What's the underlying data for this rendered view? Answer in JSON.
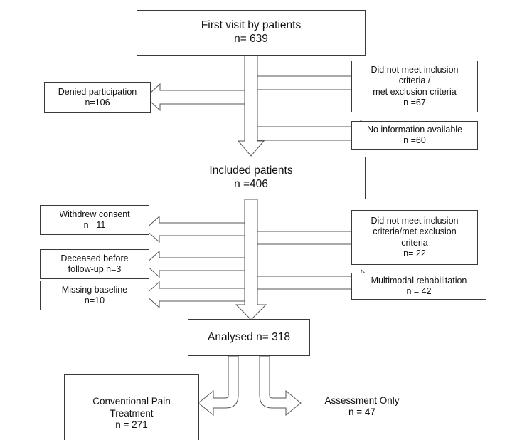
{
  "diagram": {
    "type": "flowchart",
    "title": "Patient flow diagram",
    "colors": {
      "box_border": "#3a3a3a",
      "arrow_stroke": "#444444",
      "arrow_fill": "#ffffff",
      "background": "#ffffff",
      "text": "#111111"
    }
  },
  "nodes": {
    "first_visit": {
      "label": "First visit by patients",
      "count": "n= 639"
    },
    "denied": {
      "label": "Denied participation",
      "count": "n=106"
    },
    "not_meet_1": {
      "line1": "Did not meet inclusion",
      "line2": "criteria /",
      "line3": "met exclusion criteria",
      "count": "n =67"
    },
    "no_info": {
      "label": "No information available",
      "count": "n =60"
    },
    "included": {
      "label": "Included patients",
      "count": "n =406"
    },
    "withdrew": {
      "label": "Withdrew consent",
      "count": "n= 11"
    },
    "deceased": {
      "line1": "Deceased before",
      "line2": "follow-up n=3"
    },
    "missing": {
      "label": "Missing baseline",
      "count": "n=10"
    },
    "not_meet_2": {
      "line1": "Did not meet inclusion",
      "line2": "criteria/met exclusion",
      "line3": "criteria",
      "count": "n= 22"
    },
    "multimodal": {
      "label": "Multimodal rehabilitation",
      "count": "n = 42"
    },
    "analysed": {
      "label": "Analysed n= 318"
    },
    "conventional": {
      "line1": "Conventional Pain",
      "line2": "Treatment",
      "count": "n = 271"
    },
    "assessment": {
      "label": "Assessment Only",
      "count": "n =  47"
    }
  },
  "edges": [
    {
      "name": "first-visit-to-included",
      "from": "first_visit",
      "to": "included",
      "direction": "down"
    },
    {
      "name": "first-visit-to-denied",
      "from": "first_visit",
      "to": "denied",
      "direction": "left"
    },
    {
      "name": "first-visit-to-not-meet-1",
      "from": "first_visit",
      "to": "not_meet_1",
      "direction": "right"
    },
    {
      "name": "first-visit-to-no-info",
      "from": "first_visit",
      "to": "no_info",
      "direction": "right"
    },
    {
      "name": "included-to-analysed",
      "from": "included",
      "to": "analysed",
      "direction": "down"
    },
    {
      "name": "included-to-withdrew",
      "from": "included",
      "to": "withdrew",
      "direction": "left"
    },
    {
      "name": "included-to-deceased",
      "from": "included",
      "to": "deceased",
      "direction": "left"
    },
    {
      "name": "included-to-missing",
      "from": "included",
      "to": "missing",
      "direction": "left"
    },
    {
      "name": "included-to-not-meet-2",
      "from": "included",
      "to": "not_meet_2",
      "direction": "right"
    },
    {
      "name": "included-to-multimodal",
      "from": "included",
      "to": "multimodal",
      "direction": "right"
    },
    {
      "name": "analysed-to-conventional",
      "from": "analysed",
      "to": "conventional",
      "direction": "elbow-left"
    },
    {
      "name": "analysed-to-assessment",
      "from": "analysed",
      "to": "assessment",
      "direction": "elbow-right"
    }
  ]
}
